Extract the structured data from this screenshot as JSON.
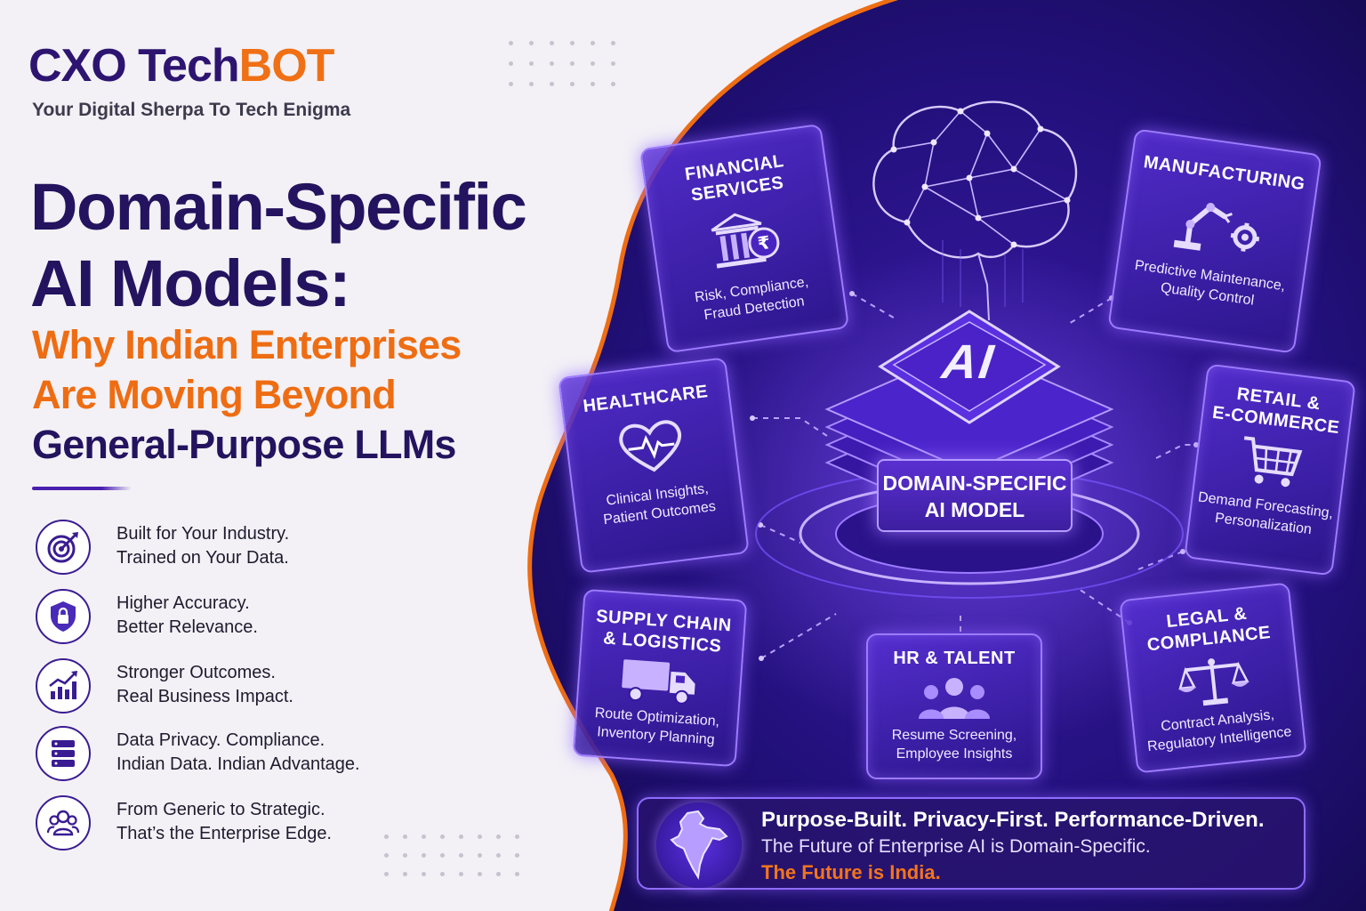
{
  "brand": {
    "logo_cxo": "CXO",
    "logo_tech": " Tech",
    "logo_bot": "BOT",
    "tagline": "Your Digital Sherpa To Tech Enigma"
  },
  "headline": {
    "line1": "Domain-Specific",
    "line2": "AI Models:",
    "sub1": "Why Indian Enterprises",
    "sub2": "Are Moving Beyond",
    "sub3": "General-Purpose LLMs"
  },
  "features": [
    {
      "icon": "target-icon",
      "line1": "Built for Your Industry.",
      "line2": "Trained on Your Data."
    },
    {
      "icon": "shield-lock-icon",
      "line1": "Higher Accuracy.",
      "line2": "Better Relevance."
    },
    {
      "icon": "growth-chart-icon",
      "line1": "Stronger Outcomes.",
      "line2": "Real Business Impact."
    },
    {
      "icon": "server-icon",
      "line1": "Data Privacy. Compliance.",
      "line2": "Indian Data. Indian Advantage."
    },
    {
      "icon": "people-icon",
      "line1": "From Generic to Strategic.",
      "line2": "That’s the Enterprise Edge."
    }
  ],
  "center": {
    "chip_text": "AI",
    "label_line1": "DOMAIN-SPECIFIC",
    "label_line2": "AI MODEL"
  },
  "sectors": [
    {
      "id": "financial",
      "title": "FINANCIAL SERVICES",
      "sub1": "Risk, Compliance,",
      "sub2": "Fraud Detection",
      "icon": "bank-rupee-icon"
    },
    {
      "id": "manufacturing",
      "title": "MANUFACTURING",
      "sub1": "Predictive Maintenance,",
      "sub2": "Quality Control",
      "icon": "robot-arm-gear-icon"
    },
    {
      "id": "healthcare",
      "title": "HEALTHCARE",
      "sub1": "Clinical Insights,",
      "sub2": "Patient Outcomes",
      "icon": "heart-pulse-icon"
    },
    {
      "id": "retail",
      "title1": "RETAIL &",
      "title2": "E-COMMERCE",
      "sub1": "Demand Forecasting,",
      "sub2": "Personalization",
      "icon": "shopping-cart-icon"
    },
    {
      "id": "supply",
      "title1": "SUPPLY CHAIN",
      "title2": "& LOGISTICS",
      "sub1": "Route Optimization,",
      "sub2": "Inventory Planning",
      "icon": "truck-icon"
    },
    {
      "id": "hr",
      "title": "HR & TALENT",
      "sub1": "Resume Screening,",
      "sub2": "Employee Insights",
      "icon": "people-group-icon"
    },
    {
      "id": "legal",
      "title1": "LEGAL &",
      "title2": "COMPLIANCE",
      "sub1": "Contract Analysis,",
      "sub2": "Regulatory Intelligence",
      "icon": "scales-icon"
    }
  ],
  "banner": {
    "line1": "Purpose-Built. Privacy-First. Performance-Driven.",
    "line2": "The Future of Enterprise AI is Domain-Specific.",
    "line3": "The Future is India.",
    "icon": "india-map-icon"
  },
  "colors": {
    "navy": "#24135e",
    "orange": "#ee6d13",
    "purple_bg": "#1f0f6e",
    "glow": "#9d7bff"
  }
}
